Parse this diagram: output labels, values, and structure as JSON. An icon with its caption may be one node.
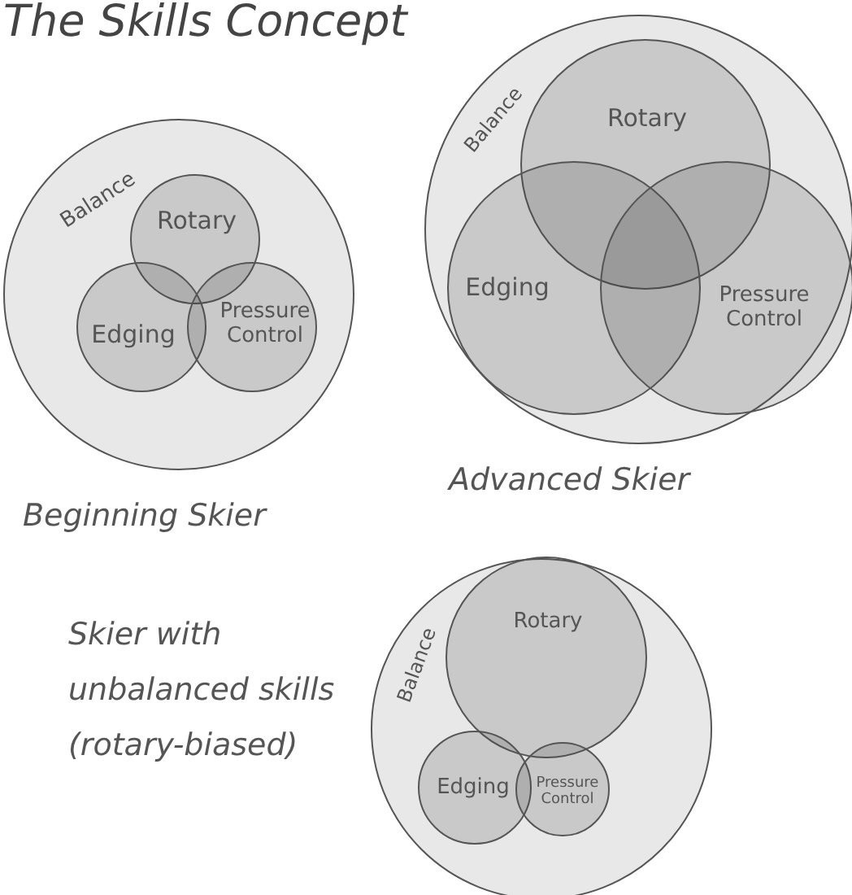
{
  "diagram": {
    "title": "The Skills Concept",
    "nodes": [
      {
        "text": [
          "Balance"
        ]
      },
      {
        "text": [
          "Rotary"
        ],
        "in": 0
      },
      {
        "text": [
          "Edging"
        ],
        "in": 0
      },
      {
        "text": [
          "Pressure Control"
        ],
        "in": 0
      },
      {
        "text": [
          "Balance"
        ]
      },
      {
        "text": [
          "Rotary"
        ],
        "in": 4
      },
      {
        "text": [
          "Edging"
        ],
        "in": 4
      },
      {
        "text": [
          "Pressure Control"
        ],
        "in": 4
      },
      {
        "text": [
          "Balance"
        ]
      },
      {
        "text": [
          "Rotary"
        ],
        "in": 8
      },
      {
        "text": [
          "Edging"
        ],
        "in": 8
      },
      {
        "text": [
          "Pressure Control"
        ],
        "in": 8
      }
    ],
    "edges": [],
    "labels": [
      "Beginning Skier",
      "Advanced Skier",
      "Skier with unbalanced skills (rotary-biased)"
    ]
  }
}
